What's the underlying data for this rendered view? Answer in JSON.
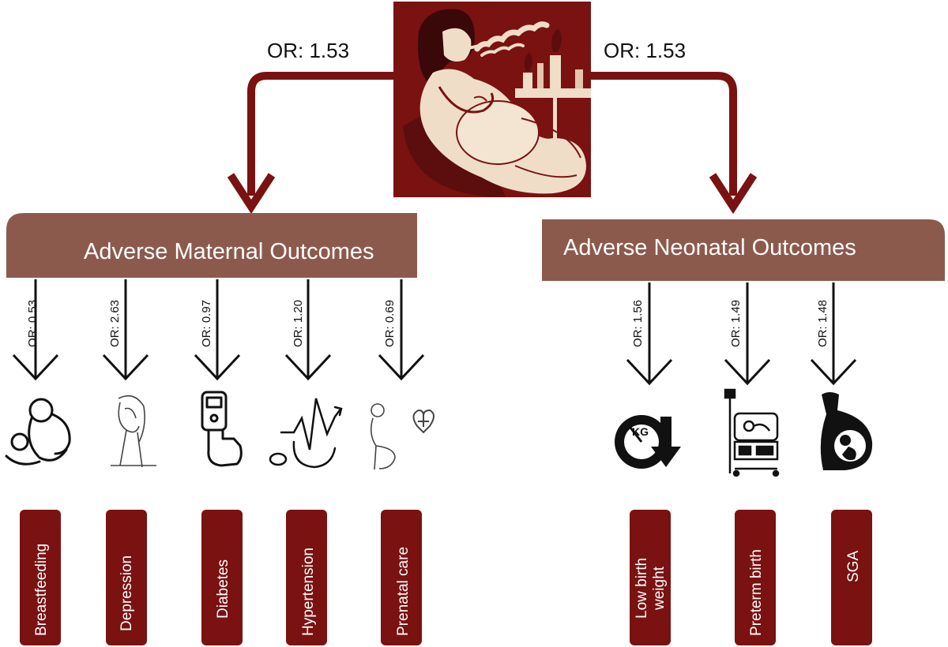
{
  "colors": {
    "maroon": "#7a1212",
    "band": "#8c5a4d",
    "cream": "#f0ddc8",
    "arrow": "#111111"
  },
  "top": {
    "image_name": "pregnant-woman-smoking-illustration",
    "or_left": "OR: 1.53",
    "or_right": "OR: 1.53"
  },
  "maternal": {
    "header": "Adverse Maternal Outcomes",
    "items": [
      {
        "or": "OR: 0.53",
        "label": "Breastfeeding",
        "icon": "breastfeeding-icon"
      },
      {
        "or": "OR: 2.63",
        "label": "Depression",
        "icon": "depression-icon"
      },
      {
        "or": "OR: 0.97",
        "label": "Diabetes",
        "icon": "glucometer-icon"
      },
      {
        "or": "OR: 1.20",
        "label": "Hypertension",
        "icon": "blood-pressure-icon"
      },
      {
        "or": "OR: 0.69",
        "label": "Prenatal care",
        "icon": "prenatal-care-icon"
      }
    ]
  },
  "neonatal": {
    "header": "Adverse  Neonatal Outcomes",
    "items": [
      {
        "or": "OR: 1.56",
        "label_lines": [
          "Low birth",
          "weight"
        ],
        "icon": "low-weight-icon"
      },
      {
        "or": "OR: 1.49",
        "label_lines": [
          "Preterm birth"
        ],
        "icon": "incubator-icon"
      },
      {
        "or": "OR: 1.48",
        "label_lines": [
          "SGA"
        ],
        "icon": "fetus-icon"
      }
    ]
  }
}
